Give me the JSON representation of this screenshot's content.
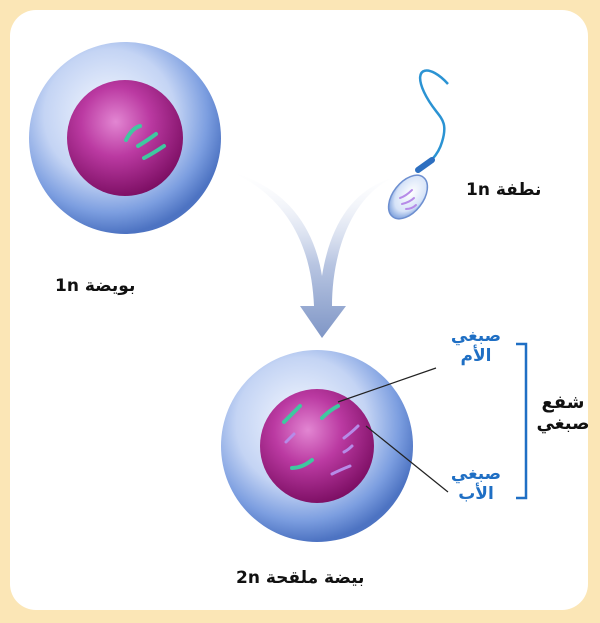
{
  "labels": {
    "egg": "بويضة  1n",
    "sperm": "نطفة  1n",
    "zygote": "بيضة ملقحة  2n",
    "maternal_line1": "صبغي",
    "maternal_line2": "الأم",
    "paternal_line1": "صبغي",
    "paternal_line2": "الأب",
    "pair_line1": "شفع",
    "pair_line2": "صبغي"
  },
  "colors": {
    "background": "#fbe6b6",
    "zona": "#5f87d4",
    "nucleus": "#b2278c",
    "maternal_chromosome": "#3fc8a0",
    "paternal_chromosome": "#b68be8",
    "label_blue": "#1f6fc4",
    "arrow": "#8fa2c9"
  }
}
